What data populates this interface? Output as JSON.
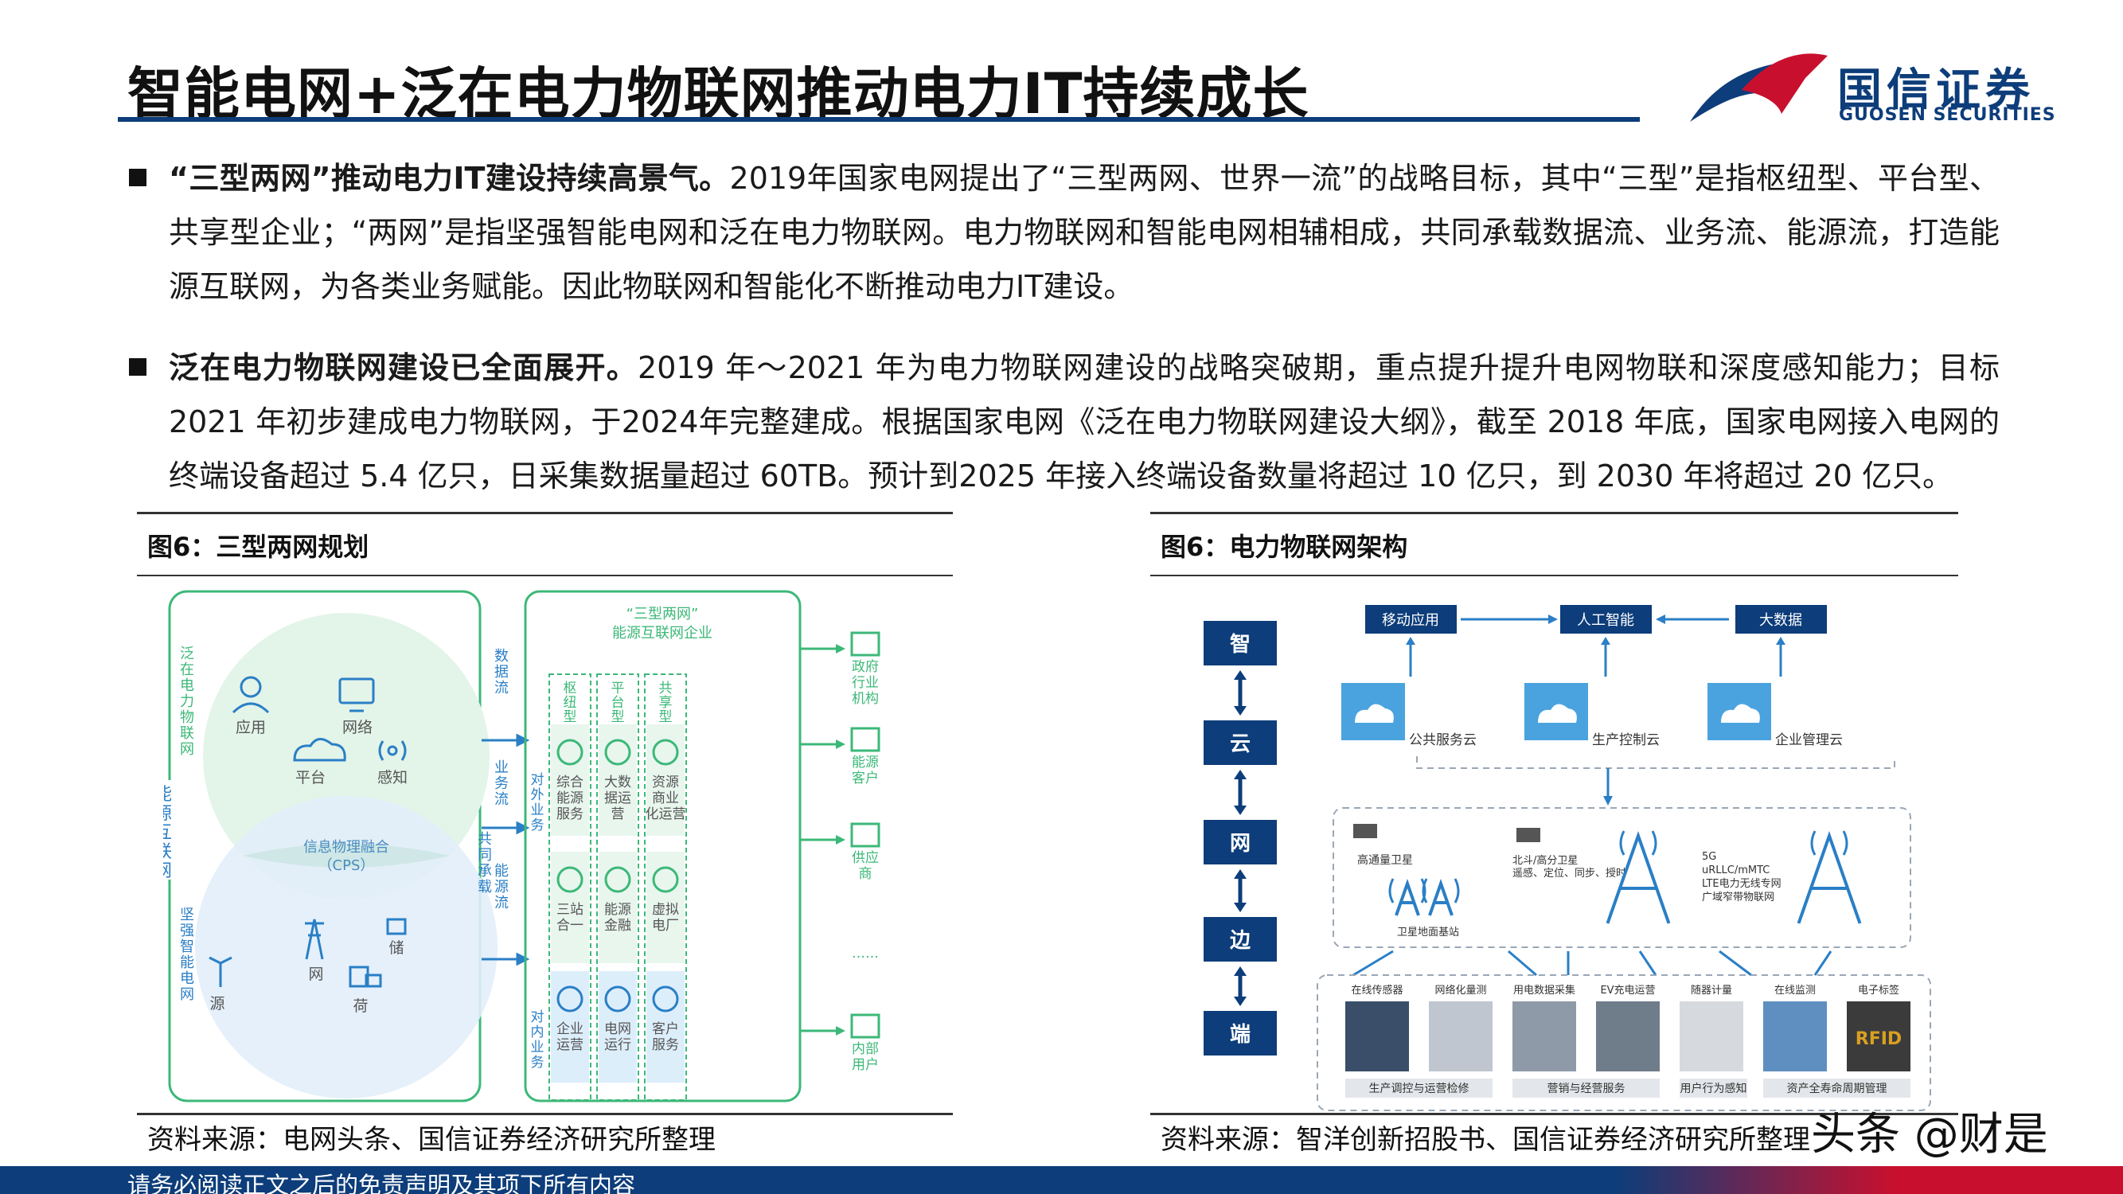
{
  "header": {
    "title": "智能电网+泛在电力物联网推动电力IT持续成长",
    "logo_cn": "国信证券",
    "logo_en": "GUOSEN SECURITIES"
  },
  "bullets": [
    {
      "lead": "“三型两网”推动电力IT建设持续高景气。",
      "text": "2019年国家电网提出了“三型两网、世界一流”的战略目标，其中“三型”是指枢纽型、平台型、共享型企业；“两网”是指坚强智能电网和泛在电力物联网。电力物联网和智能电网相辅相成，共同承载数据流、业务流、能源流，打造能源互联网，为各类业务赋能。因此物联网和智能化不断推动电力IT建设。"
    },
    {
      "lead": "泛在电力物联网建设已全面展开。",
      "text": "2019 年～2021 年为电力物联网建设的战略突破期，重点提升提升电网物联和深度感知能力；目标 2021 年初步建成电力物联网，于2024年完整建成。根据国家电网《泛在电力物联网建设大纲》，截至 2018 年底，国家电网接入电网的终端设备超过 5.4 亿只，日采集数据量超过 60TB。预计到2025 年接入终端设备数量将超过 10 亿只，到 2030 年将超过 20 亿只。"
    }
  ],
  "figure1": {
    "title": "图6：三型两网规划",
    "source": "资料来源：电网头条、国信证券经济研究所整理",
    "side_label": "能源互联网",
    "upper_circle_label": "泛在电力物联网",
    "upper_items": [
      "应用",
      "网络",
      "平台",
      "感知"
    ],
    "cps_label": "信息物理融合",
    "cps_sub": "（CPS）",
    "lower_circle_label": "坚强智能电网",
    "lower_items": [
      "网",
      "储",
      "源",
      "荷"
    ],
    "flows": [
      "数据流",
      "业务流",
      "共同承载",
      "能源流"
    ],
    "box_title_1": "“三型两网”",
    "box_title_2": "能源互联网企业",
    "columns": [
      "枢纽型",
      "平台型",
      "共享型"
    ],
    "side_external": "对外业务",
    "side_internal": "对内业务",
    "cells": [
      [
        "综合能源服务",
        "大数据运营",
        "资源商业化运营"
      ],
      [
        "三站合一",
        "能源金融",
        "虚拟电厂"
      ],
      [
        "企业运营",
        "电网运行",
        "客户服务"
      ]
    ],
    "targets": [
      "政府行业机构",
      "能源客户",
      "供应商",
      "……",
      "内部用户"
    ]
  },
  "figure2": {
    "title": "图6：电力物联网架构",
    "source": "资料来源：智洋创新招股书、国信证券经济研究所整理",
    "layers": [
      "智",
      "云",
      "网",
      "边",
      "端"
    ],
    "apps": [
      "移动应用",
      "人工智能",
      "大数据"
    ],
    "clouds": [
      "公共服务云",
      "生产控制云",
      "企业管理云"
    ],
    "net_labels": [
      "高通量卫星",
      "北斗/高分卫星 遥感、定位、同步、授时",
      "卫星地面基站",
      "5G uRLLC/mMTC LTE电力无线专网 广域窄带物联网"
    ],
    "devices": [
      "在线传感器",
      "网络化量测",
      "用电数据采集",
      "EV充电运营",
      "随器计量",
      "在线监测",
      "电子标签"
    ],
    "device_tags": [
      "生产调控与运营检修",
      "营销与经营服务",
      "用户行为感知",
      "资产全寿命周期管理"
    ]
  },
  "footer": {
    "disclaimer": "请务必阅读正文之后的免责声明及其项下所有内容",
    "watermark": "头条 @财是"
  },
  "colors": {
    "brand_blue": "#0d3d7a",
    "brand_red": "#c8102e",
    "diagram_green": "#3cb878",
    "diagram_blue": "#2a7fc6"
  }
}
